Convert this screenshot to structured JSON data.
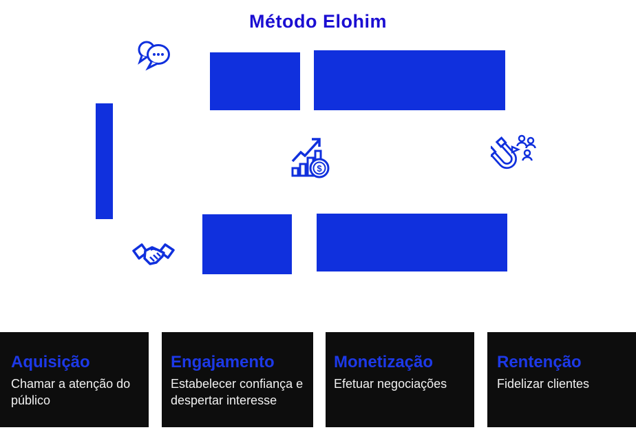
{
  "title": "Método Elohim",
  "colors": {
    "brand_blue": "#1030dd",
    "title_blue": "#1b0ed2",
    "card_background": "#0d0d0d",
    "card_title_blue": "#1d39e8",
    "card_text": "#f1f1f1",
    "page_background": "#ffffff"
  },
  "icons": {
    "chat": "chat-bubbles-icon",
    "growth": "growth-chart-dollar-icon",
    "magnet": "magnet-attract-people-icon",
    "handshake": "handshake-icon"
  },
  "stages": [
    {
      "title": "Aquisição",
      "description": "Chamar a atenção do público"
    },
    {
      "title": "Engajamento",
      "description": "Estabelecer confiança e despertar interesse"
    },
    {
      "title": "Monetização",
      "description": "Efetuar negociações"
    },
    {
      "title": "Rentenção",
      "description": "Fidelizar clientes"
    }
  ]
}
